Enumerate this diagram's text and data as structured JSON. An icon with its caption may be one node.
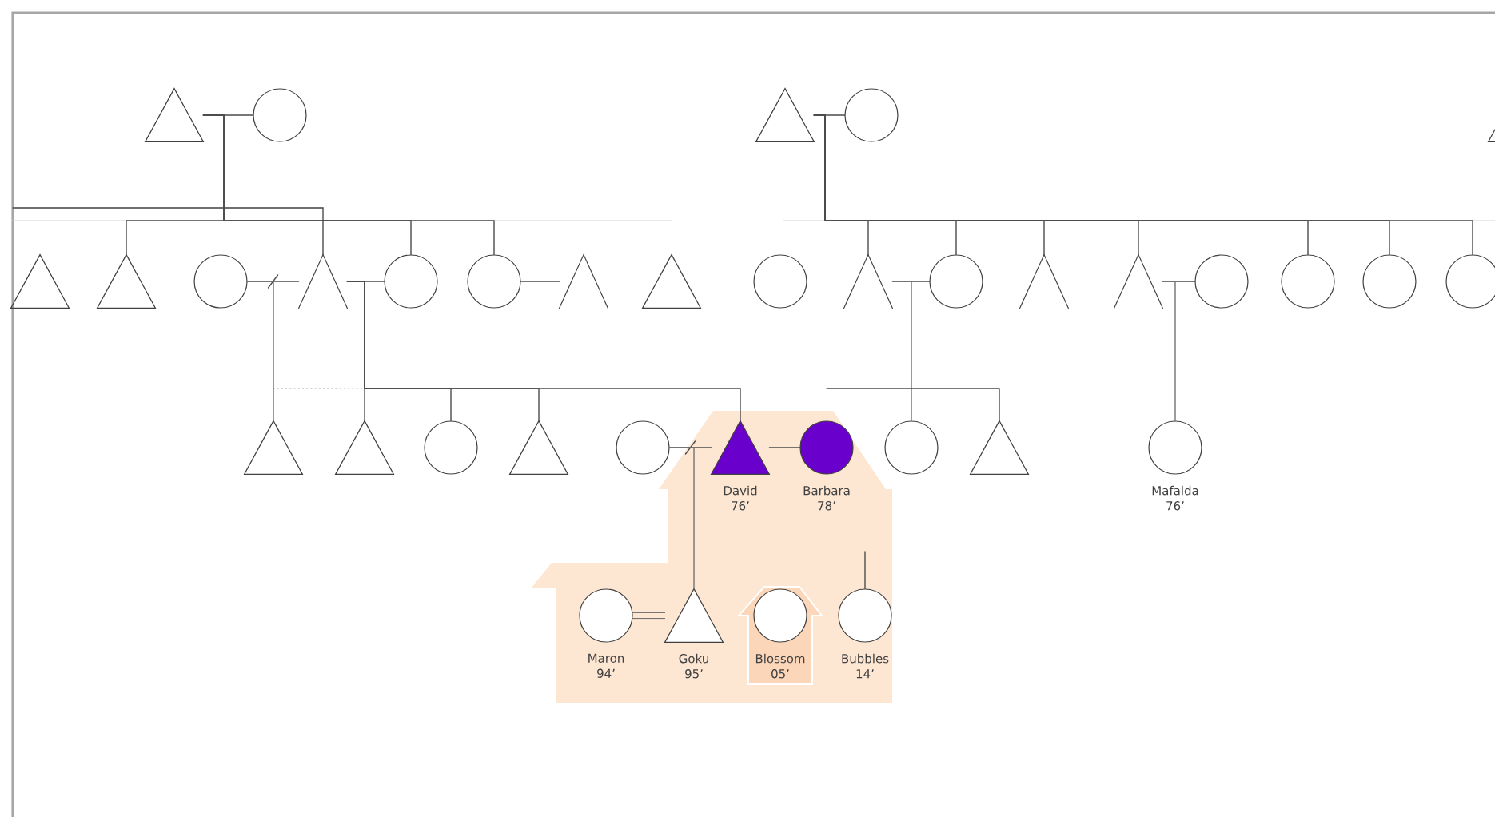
{
  "diagram": {
    "nodes": [
      {
        "text": [],
        "shape": "triangle"
      },
      {
        "text": [],
        "shape": "circle"
      },
      {
        "text": [],
        "shape": "triangle"
      },
      {
        "text": [],
        "shape": "circle"
      },
      {
        "text": [],
        "shape": "triangle"
      },
      {
        "text": [],
        "shape": "triangle"
      },
      {
        "text": [],
        "shape": "triangle"
      },
      {
        "text": [],
        "shape": "circle"
      },
      {
        "text": [],
        "shape": "caret"
      },
      {
        "text": [],
        "shape": "circle"
      },
      {
        "text": [],
        "shape": "circle"
      },
      {
        "text": [],
        "shape": "caret"
      },
      {
        "text": [],
        "shape": "triangle"
      },
      {
        "text": [],
        "shape": "circle"
      },
      {
        "text": [],
        "shape": "caret"
      },
      {
        "text": [],
        "shape": "circle"
      },
      {
        "text": [],
        "shape": "caret"
      },
      {
        "text": [],
        "shape": "caret"
      },
      {
        "text": [],
        "shape": "circle"
      },
      {
        "text": [],
        "shape": "circle"
      },
      {
        "text": [],
        "shape": "circle"
      },
      {
        "text": [],
        "shape": "circle"
      },
      {
        "text": [],
        "shape": "triangle"
      },
      {
        "text": [],
        "shape": "triangle"
      },
      {
        "text": [],
        "shape": "circle"
      },
      {
        "text": [],
        "shape": "triangle"
      },
      {
        "text": [],
        "shape": "circle"
      },
      {
        "text": [
          "David",
          "76’"
        ]
      },
      {
        "text": [
          "Barbara",
          "78’"
        ]
      },
      {
        "text": [],
        "shape": "circle"
      },
      {
        "text": [],
        "shape": "triangle"
      },
      {
        "text": [
          "Mafalda",
          "76’"
        ]
      },
      {
        "text": [
          "Maron",
          "94’"
        ]
      },
      {
        "text": [
          "Goku",
          "95’"
        ]
      },
      {
        "text": [
          "Blossom",
          "05’"
        ]
      },
      {
        "text": [
          "Bubbles",
          "14’"
        ]
      }
    ],
    "edges": [
      {
        "from": 0,
        "to": 1,
        "arrow": "none"
      },
      {
        "from": 2,
        "to": 3,
        "arrow": "none"
      },
      {
        "from": 7,
        "to": 8,
        "arrow": "none"
      },
      {
        "from": 8,
        "to": 9,
        "arrow": "none"
      },
      {
        "from": 10,
        "to": 11,
        "arrow": "none"
      },
      {
        "from": 14,
        "to": 15,
        "arrow": "none"
      },
      {
        "from": 17,
        "to": 18,
        "arrow": "none"
      },
      {
        "from": 26,
        "to": 27,
        "arrow": "none"
      },
      {
        "from": 27,
        "to": 28,
        "arrow": "none"
      },
      {
        "from": 32,
        "to": 33,
        "arrow": "none"
      },
      {
        "from": 0,
        "to": 6,
        "arrow": "none"
      },
      {
        "from": 0,
        "to": 9,
        "arrow": "none"
      },
      {
        "from": 0,
        "to": 10,
        "arrow": "none"
      },
      {
        "from": null,
        "to": 8,
        "arrow": "none"
      },
      {
        "from": 2,
        "to": 14,
        "arrow": "none"
      },
      {
        "from": 2,
        "to": 15,
        "arrow": "none"
      },
      {
        "from": 2,
        "to": 16,
        "arrow": "none"
      },
      {
        "from": 2,
        "to": 17,
        "arrow": "none"
      },
      {
        "from": 2,
        "to": 19,
        "arrow": "none"
      },
      {
        "from": 2,
        "to": 20,
        "arrow": "none"
      },
      {
        "from": 2,
        "to": 21,
        "arrow": "none"
      },
      {
        "from": 7,
        "to": 22,
        "arrow": "none"
      },
      {
        "from": 8,
        "to": 23,
        "arrow": "none"
      },
      {
        "from": 8,
        "to": 24,
        "arrow": "none"
      },
      {
        "from": 8,
        "to": 25,
        "arrow": "none"
      },
      {
        "from": 8,
        "to": 27,
        "arrow": "none"
      },
      {
        "from": 14,
        "to": 29,
        "arrow": "none"
      },
      {
        "from": null,
        "to": 30,
        "arrow": "none"
      },
      {
        "from": 17,
        "to": 31,
        "arrow": "none"
      },
      {
        "from": 26,
        "to": 33,
        "arrow": "none"
      },
      {
        "from": null,
        "to": 35,
        "arrow": "none"
      }
    ]
  }
}
